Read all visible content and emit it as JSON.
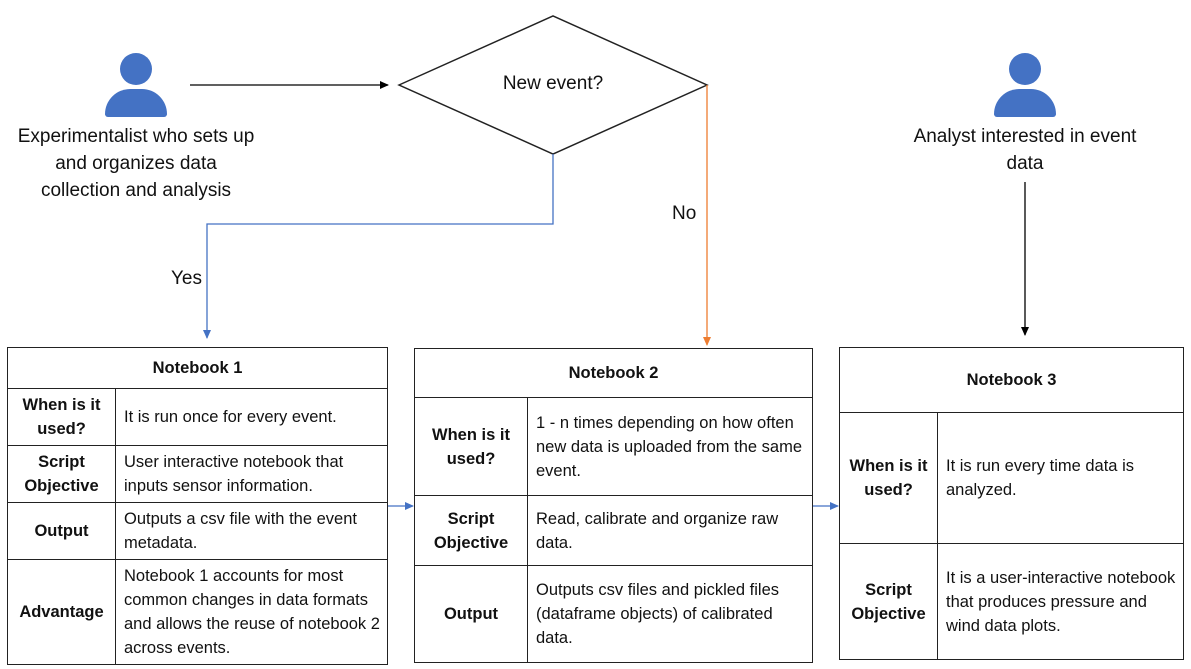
{
  "actors": {
    "experimentalist": "Experimentalist who sets up and organizes data collection and analysis",
    "analyst": "Analyst interested in event data"
  },
  "decision": {
    "label": "New event?"
  },
  "edges": {
    "yes": "Yes",
    "no": "No"
  },
  "colors": {
    "person": "#4472c4",
    "yes_line": "#4472c4",
    "no_line": "#ed7d31",
    "link_line": "#4472c4"
  },
  "notebooks": [
    {
      "title": "Notebook 1",
      "rows": [
        {
          "key": "When is it used?",
          "value": "It is run once for every event."
        },
        {
          "key": "Script Objective",
          "value": "User interactive notebook that inputs sensor information."
        },
        {
          "key": "Output",
          "value": "Outputs a csv file with the event metadata."
        },
        {
          "key": "Advantage",
          "value": "Notebook 1 accounts for most common changes in data formats and allows the reuse of notebook 2 across events."
        }
      ]
    },
    {
      "title": "Notebook 2",
      "rows": [
        {
          "key": "When is it used?",
          "value": "1 - n times depending on how often new data is uploaded from the same event."
        },
        {
          "key": "Script Objective",
          "value": "Read, calibrate and organize raw data."
        },
        {
          "key": "Output",
          "value": "Outputs csv files and pickled files (dataframe objects) of calibrated data."
        }
      ]
    },
    {
      "title": "Notebook 3",
      "rows": [
        {
          "key": "When is it used?",
          "value": "It is run every time data is analyzed."
        },
        {
          "key": "Script Objective",
          "value": "It is a user-interactive notebook that produces pressure and wind data plots."
        }
      ]
    }
  ]
}
